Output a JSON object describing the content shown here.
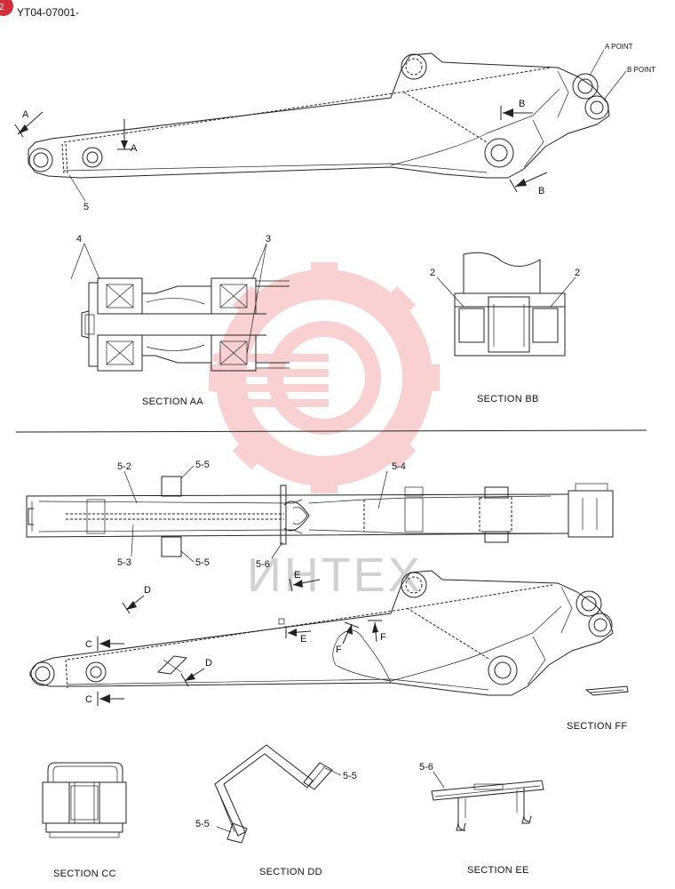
{
  "header": {
    "doc_code": "YT04-07001-",
    "badge": "2",
    "badge_color": "#d32f3a"
  },
  "watermark": {
    "text": "ИНТЕХ",
    "color": "#e8313a"
  },
  "callouts": {
    "a_point": "A POINT",
    "b_point": "B POINT",
    "arrow_a": "A",
    "arrow_b": "B",
    "arrow_c": "C",
    "arrow_d": "D",
    "arrow_e": "E",
    "arrow_f": "F",
    "part_2": "2",
    "part_3": "3",
    "part_4": "4",
    "part_5": "5",
    "part_5_2": "5-2",
    "part_5_3": "5-3",
    "part_5_4": "5-4",
    "part_5_5": "5-5",
    "part_5_6": "5-6"
  },
  "sections": {
    "aa": "SECTION AA",
    "bb": "SECTION BB",
    "cc": "SECTION CC",
    "dd": "SECTION DD",
    "ee": "SECTION EE",
    "ff": "SECTION FF"
  }
}
